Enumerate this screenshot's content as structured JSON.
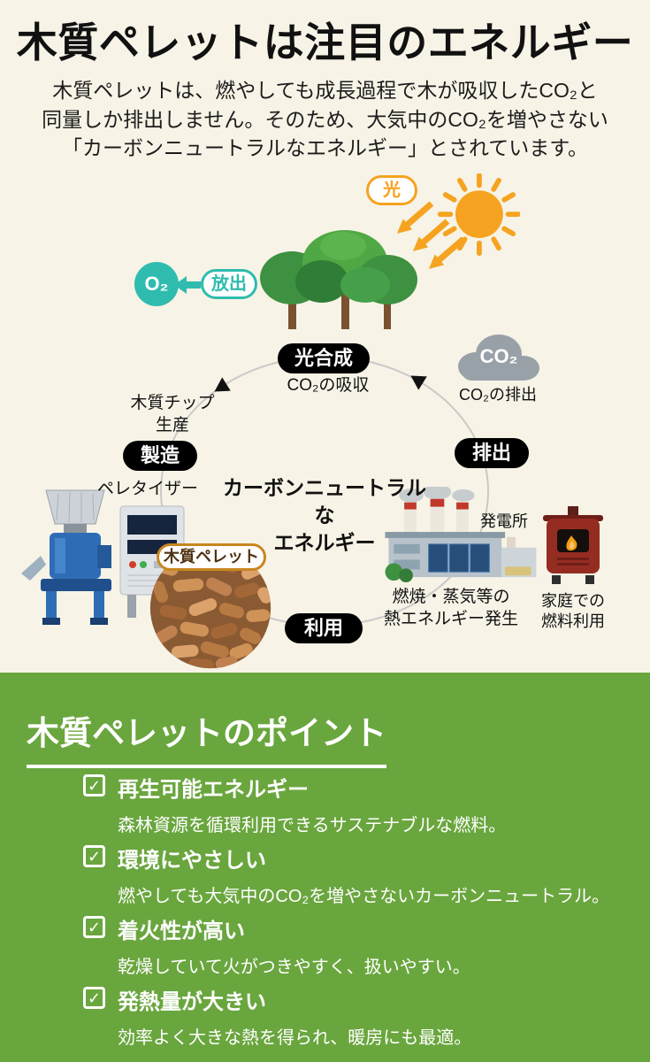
{
  "colors": {
    "background_top": "#f7f3e6",
    "background_bottom": "#6aa63e",
    "accent_orange": "#f5a320",
    "accent_teal": "#2fbcae",
    "pill_background": "#000000",
    "pellet_border": "#c8861f"
  },
  "header": {
    "title": "木質ペレットは注目のエネルギー",
    "description": "木質ペレットは、燃やしても成長過程で木が吸収したCO₂と\n同量しか排出しません。そのため、大気中のCO₂を増やさない\n「カーボンニュートラルなエネルギー」とされています。"
  },
  "diagram": {
    "center_title": "カーボンニュートラルな\nエネルギー",
    "labels": {
      "light": "光",
      "release": "放出",
      "o2": "O₂",
      "photosynthesis": "光合成",
      "co2_absorption": "CO₂の吸収",
      "co2": "CO₂",
      "co2_emission": "CO₂の排出",
      "emission": "排出",
      "manufacturing": "製造",
      "use": "利用",
      "wood_chip_production": "木質チップ\n生産",
      "pelletizer": "ペレタイザー",
      "wood_pellet": "木質ペレット",
      "power_plant": "発電所",
      "heat_generation": "燃焼・蒸気等の\n熱エネルギー発生",
      "home_fuel_use": "家庭での\n燃料利用"
    }
  },
  "points": {
    "heading": "木質ペレットのポイント",
    "items": [
      {
        "title": "再生可能エネルギー",
        "desc": "森林資源を循環利用できるサステナブルな燃料。"
      },
      {
        "title": "環境にやさしい",
        "desc": "燃やしても大気中のCO₂を増やさないカーボンニュートラル。"
      },
      {
        "title": "着火性が高い",
        "desc": "乾燥していて火がつきやすく、扱いやすい。"
      },
      {
        "title": "発熱量が大きい",
        "desc": "効率よく大きな熱を得られ、暖房にも最適。"
      }
    ]
  },
  "icons": {
    "check": "✓"
  }
}
